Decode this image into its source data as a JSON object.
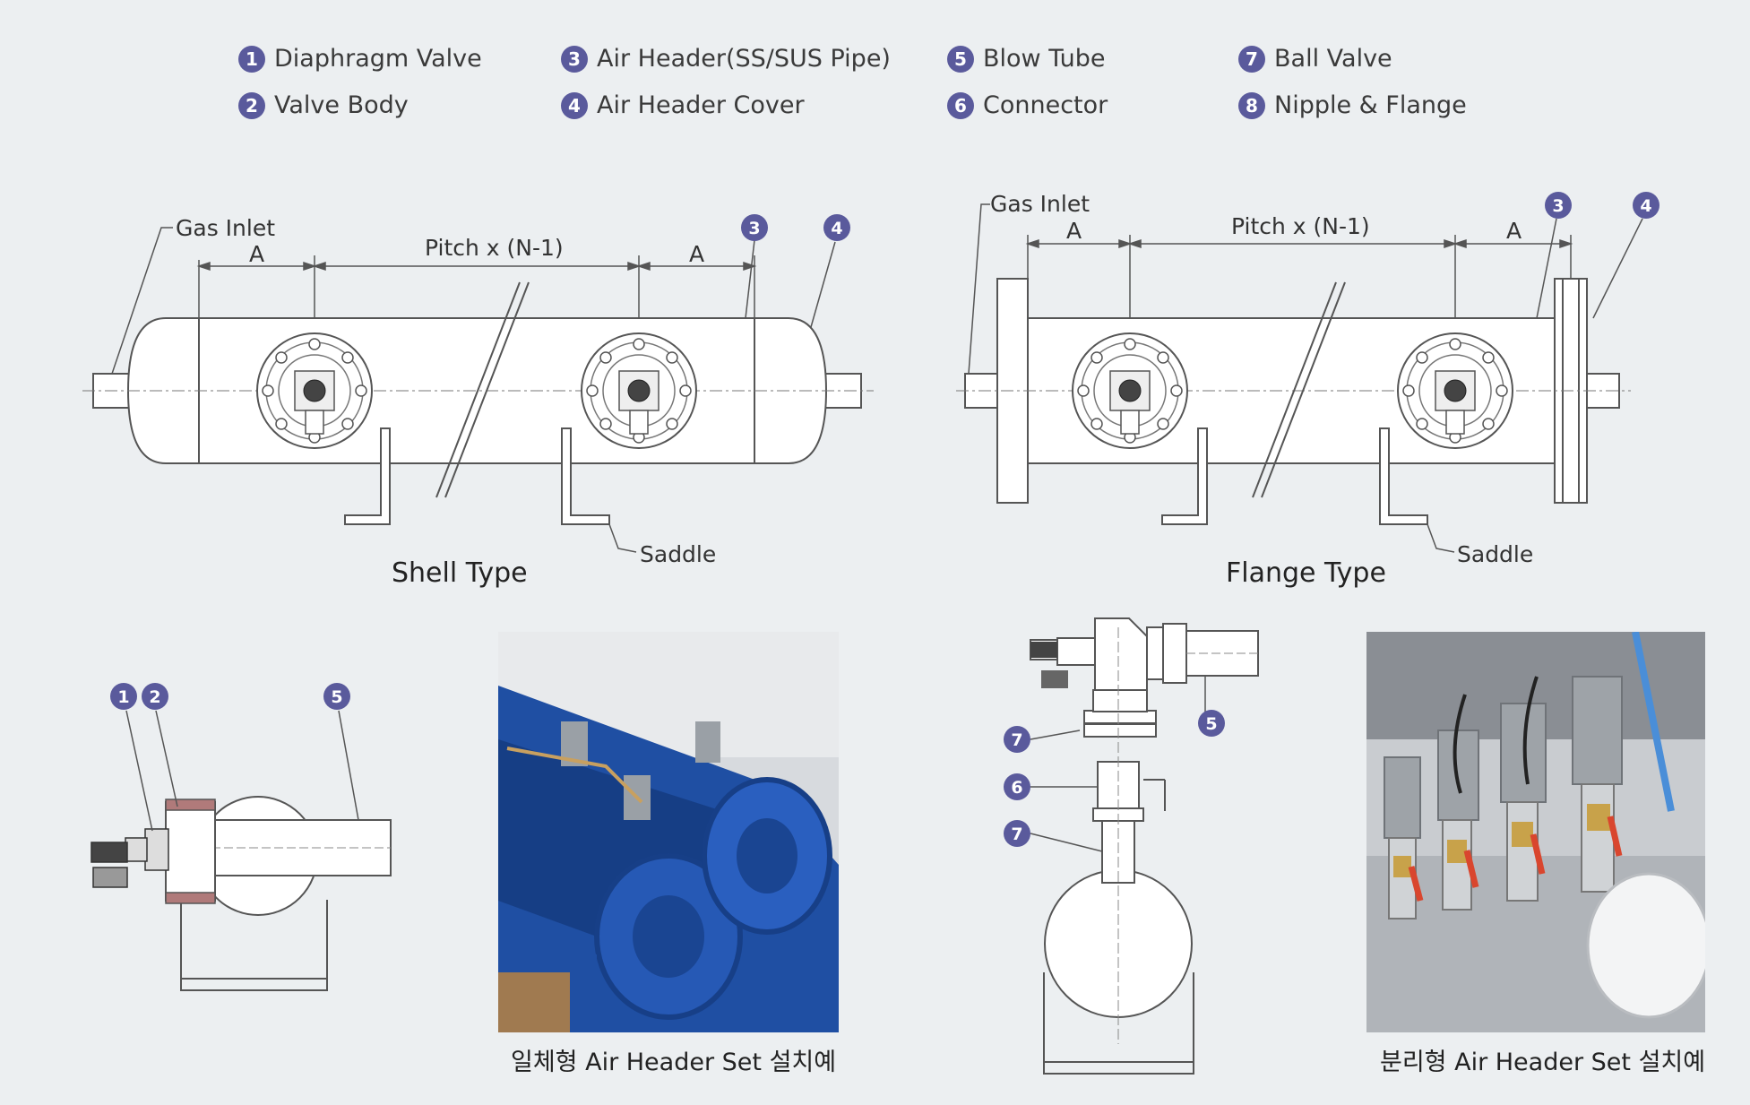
{
  "legend": [
    {
      "num": "1",
      "label": "Diaphragm Valve"
    },
    {
      "num": "2",
      "label": "Valve Body"
    },
    {
      "num": "3",
      "label": "Air Header(SS/SUS Pipe)"
    },
    {
      "num": "4",
      "label": "Air Header Cover"
    },
    {
      "num": "5",
      "label": "Blow Tube"
    },
    {
      "num": "6",
      "label": "Connector"
    },
    {
      "num": "7",
      "label": "Ball Valve"
    },
    {
      "num": "8",
      "label": "Nipple & Flange"
    }
  ],
  "shell": {
    "title": "Shell Type",
    "gas_inlet": "Gas Inlet",
    "dim_a": "A",
    "pitch": "Pitch x (N-1)",
    "saddle": "Saddle",
    "callout_3": "3",
    "callout_4": "4"
  },
  "flange": {
    "title": "Flange Type",
    "gas_inlet": "Gas Inlet",
    "dim_a": "A",
    "pitch": "Pitch x (N-1)",
    "saddle": "Saddle",
    "callout_3": "3",
    "callout_4": "4"
  },
  "side_left": {
    "c1": "1",
    "c2": "2",
    "c5": "5"
  },
  "side_right": {
    "c7a": "7",
    "c6": "6",
    "c7b": "7",
    "c5": "5"
  },
  "captions": {
    "left": "일체형 Air Header Set 설치예",
    "right": "분리형 Air Header Set 설치예"
  },
  "colors": {
    "badge": "#5a5a9c",
    "line": "#555555",
    "blue": "#1d4fa8",
    "grey": "#b5b8bc"
  }
}
